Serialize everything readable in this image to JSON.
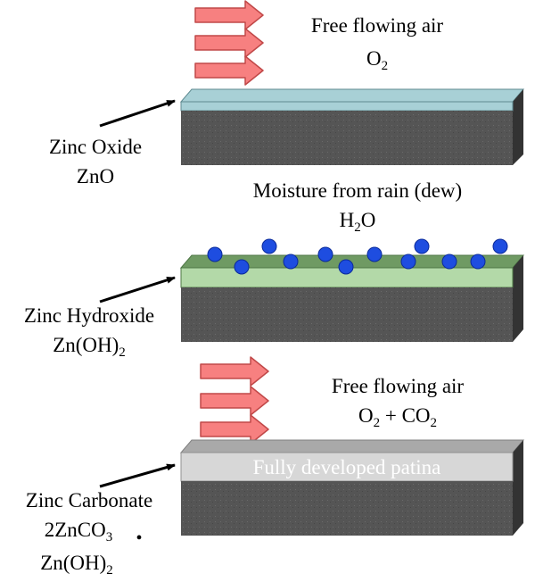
{
  "panel1": {
    "title": "Free flowing air",
    "formula": {
      "base": "O",
      "sub": "2"
    },
    "callout": {
      "name": "Zinc Oxide",
      "formula": "ZnO"
    },
    "colors": {
      "film": "#a8d0d6",
      "arrow": "#f78080"
    }
  },
  "panel2": {
    "title": "Moisture from rain (dew)",
    "formula": {
      "pre": "H",
      "sub": "2",
      "post": "O"
    },
    "callout": {
      "name": "Zinc Hydroxide",
      "formula": {
        "base": "Zn(OH)",
        "sub": "2"
      }
    },
    "colors": {
      "film": "#b3d9a8",
      "droplet": "#1e4de0"
    }
  },
  "panel3": {
    "title": "Free flowing air",
    "formula": {
      "a": "O",
      "a_sub": "2",
      "mid": " + CO",
      "b_sub": "2"
    },
    "band_label": "Fully developed patina",
    "callout": {
      "name": "Zinc Carbonate",
      "line2": {
        "base": "2ZnCO",
        "sub": "3",
        "dot": "•"
      },
      "line3": {
        "base": "Zn(OH)",
        "sub": "2"
      }
    },
    "colors": {
      "film": "#d7d7d7",
      "arrow": "#f78080"
    }
  },
  "zinc_color": "#555555"
}
